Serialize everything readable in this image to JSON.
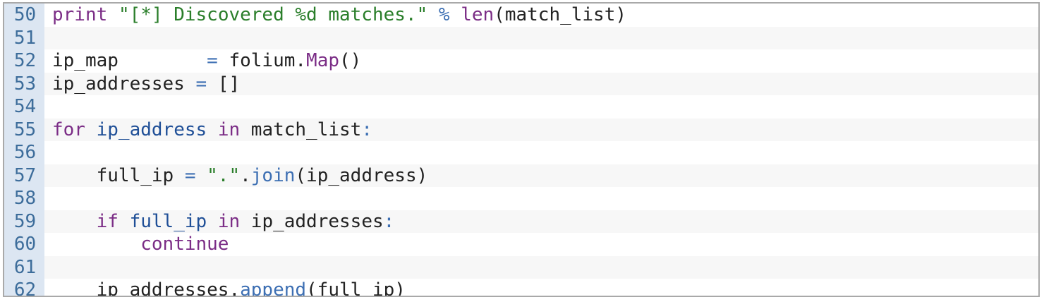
{
  "editor": {
    "lines": [
      {
        "num": "50",
        "tokens": [
          {
            "t": "print",
            "c": "kw"
          },
          {
            "t": " ",
            "c": "plain"
          },
          {
            "t": "\"[*] Discovered %d matches.\"",
            "c": "str"
          },
          {
            "t": " ",
            "c": "plain"
          },
          {
            "t": "%",
            "c": "op"
          },
          {
            "t": " ",
            "c": "plain"
          },
          {
            "t": "len",
            "c": "fn"
          },
          {
            "t": "(match_list)",
            "c": "plain"
          }
        ]
      },
      {
        "num": "51",
        "tokens": []
      },
      {
        "num": "52",
        "tokens": [
          {
            "t": "ip_map",
            "c": "plain"
          },
          {
            "t": "        ",
            "c": "plain"
          },
          {
            "t": "=",
            "c": "op"
          },
          {
            "t": " folium.",
            "c": "plain"
          },
          {
            "t": "Map",
            "c": "fn"
          },
          {
            "t": "()",
            "c": "plain"
          }
        ]
      },
      {
        "num": "53",
        "tokens": [
          {
            "t": "ip_addresses",
            "c": "plain"
          },
          {
            "t": " ",
            "c": "plain"
          },
          {
            "t": "=",
            "c": "op"
          },
          {
            "t": " []",
            "c": "plain"
          }
        ]
      },
      {
        "num": "54",
        "tokens": []
      },
      {
        "num": "55",
        "tokens": [
          {
            "t": "for",
            "c": "kw"
          },
          {
            "t": " ",
            "c": "plain"
          },
          {
            "t": "ip_address",
            "c": "idn"
          },
          {
            "t": " ",
            "c": "plain"
          },
          {
            "t": "in",
            "c": "kw"
          },
          {
            "t": " match_list",
            "c": "plain"
          },
          {
            "t": ":",
            "c": "op"
          }
        ]
      },
      {
        "num": "56",
        "tokens": []
      },
      {
        "num": "57",
        "tokens": [
          {
            "t": "    full_ip",
            "c": "plain"
          },
          {
            "t": " ",
            "c": "plain"
          },
          {
            "t": "=",
            "c": "op"
          },
          {
            "t": " ",
            "c": "plain"
          },
          {
            "t": "\".\"",
            "c": "str"
          },
          {
            "t": ".",
            "c": "plain"
          },
          {
            "t": "join",
            "c": "mth"
          },
          {
            "t": "(ip_address)",
            "c": "plain"
          }
        ]
      },
      {
        "num": "58",
        "tokens": []
      },
      {
        "num": "59",
        "tokens": [
          {
            "t": "    ",
            "c": "plain"
          },
          {
            "t": "if",
            "c": "kw"
          },
          {
            "t": " ",
            "c": "plain"
          },
          {
            "t": "full_ip",
            "c": "idn"
          },
          {
            "t": " ",
            "c": "plain"
          },
          {
            "t": "in",
            "c": "kw"
          },
          {
            "t": " ip_addresses",
            "c": "plain"
          },
          {
            "t": ":",
            "c": "op"
          }
        ]
      },
      {
        "num": "60",
        "tokens": [
          {
            "t": "        ",
            "c": "plain"
          },
          {
            "t": "continue",
            "c": "kw"
          }
        ]
      },
      {
        "num": "61",
        "tokens": []
      },
      {
        "num": "62",
        "tokens": [
          {
            "t": "    ip_addresses.",
            "c": "plain"
          },
          {
            "t": "append",
            "c": "mth"
          },
          {
            "t": "(full_ip)",
            "c": "plain"
          }
        ]
      }
    ]
  }
}
